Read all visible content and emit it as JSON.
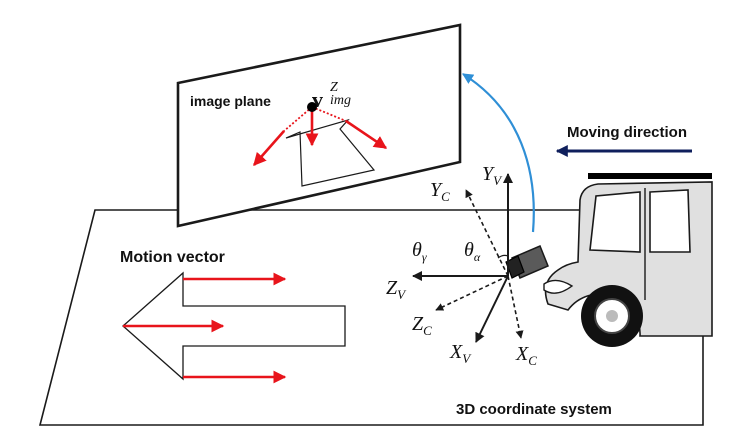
{
  "labels": {
    "image_plane": "image plane",
    "v_base": "v",
    "v_sup": "Z",
    "v_sub": "img",
    "moving_direction": "Moving direction",
    "motion_vector": "Motion vector",
    "coordinate_system": "3D coordinate system"
  },
  "axes": {
    "Yv": {
      "base": "Y",
      "sub": "V"
    },
    "Yc": {
      "base": "Y",
      "sub": "C"
    },
    "Zv": {
      "base": "Z",
      "sub": "V"
    },
    "Zc": {
      "base": "Z",
      "sub": "C"
    },
    "Xv": {
      "base": "X",
      "sub": "V"
    },
    "Xc": {
      "base": "X",
      "sub": "C"
    },
    "theta_gamma": {
      "base": "θ",
      "sub": "γ"
    },
    "theta_alpha": {
      "base": "θ",
      "sub": "α"
    }
  },
  "colors": {
    "motion_arrow": "#e8141b",
    "projection_curve": "#2f8fd6",
    "direction_arrow": "#0f1f5c",
    "outline": "#1a1a1a",
    "car_body": "#e0e0e0"
  }
}
